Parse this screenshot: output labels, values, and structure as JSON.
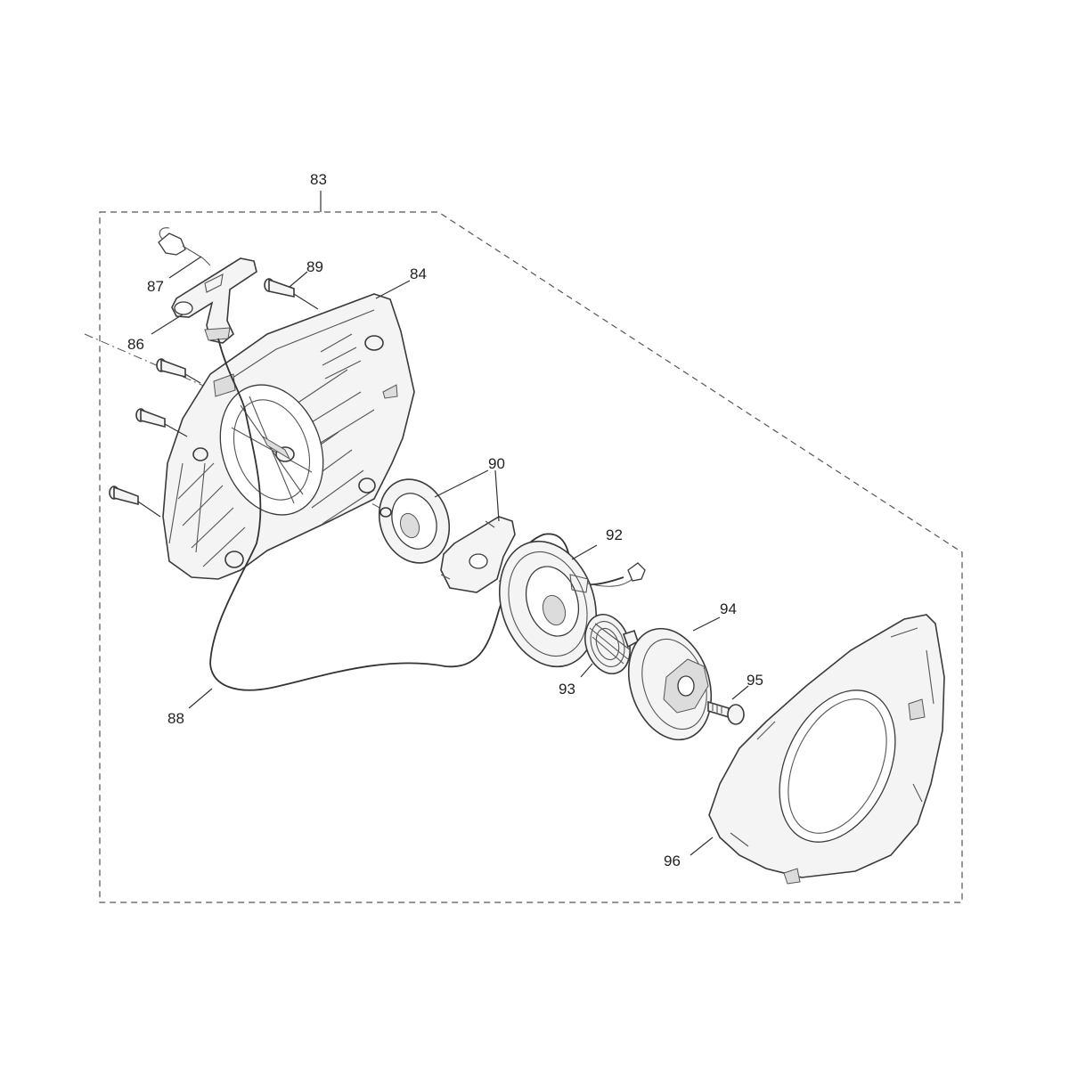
{
  "diagram": {
    "callouts": {
      "p83": "83",
      "p84": "84",
      "p86": "86",
      "p87": "87",
      "p88": "88",
      "p89": "89",
      "p90": "90",
      "p92": "92",
      "p93": "93",
      "p94": "94",
      "p95": "95",
      "p96": "96"
    }
  }
}
